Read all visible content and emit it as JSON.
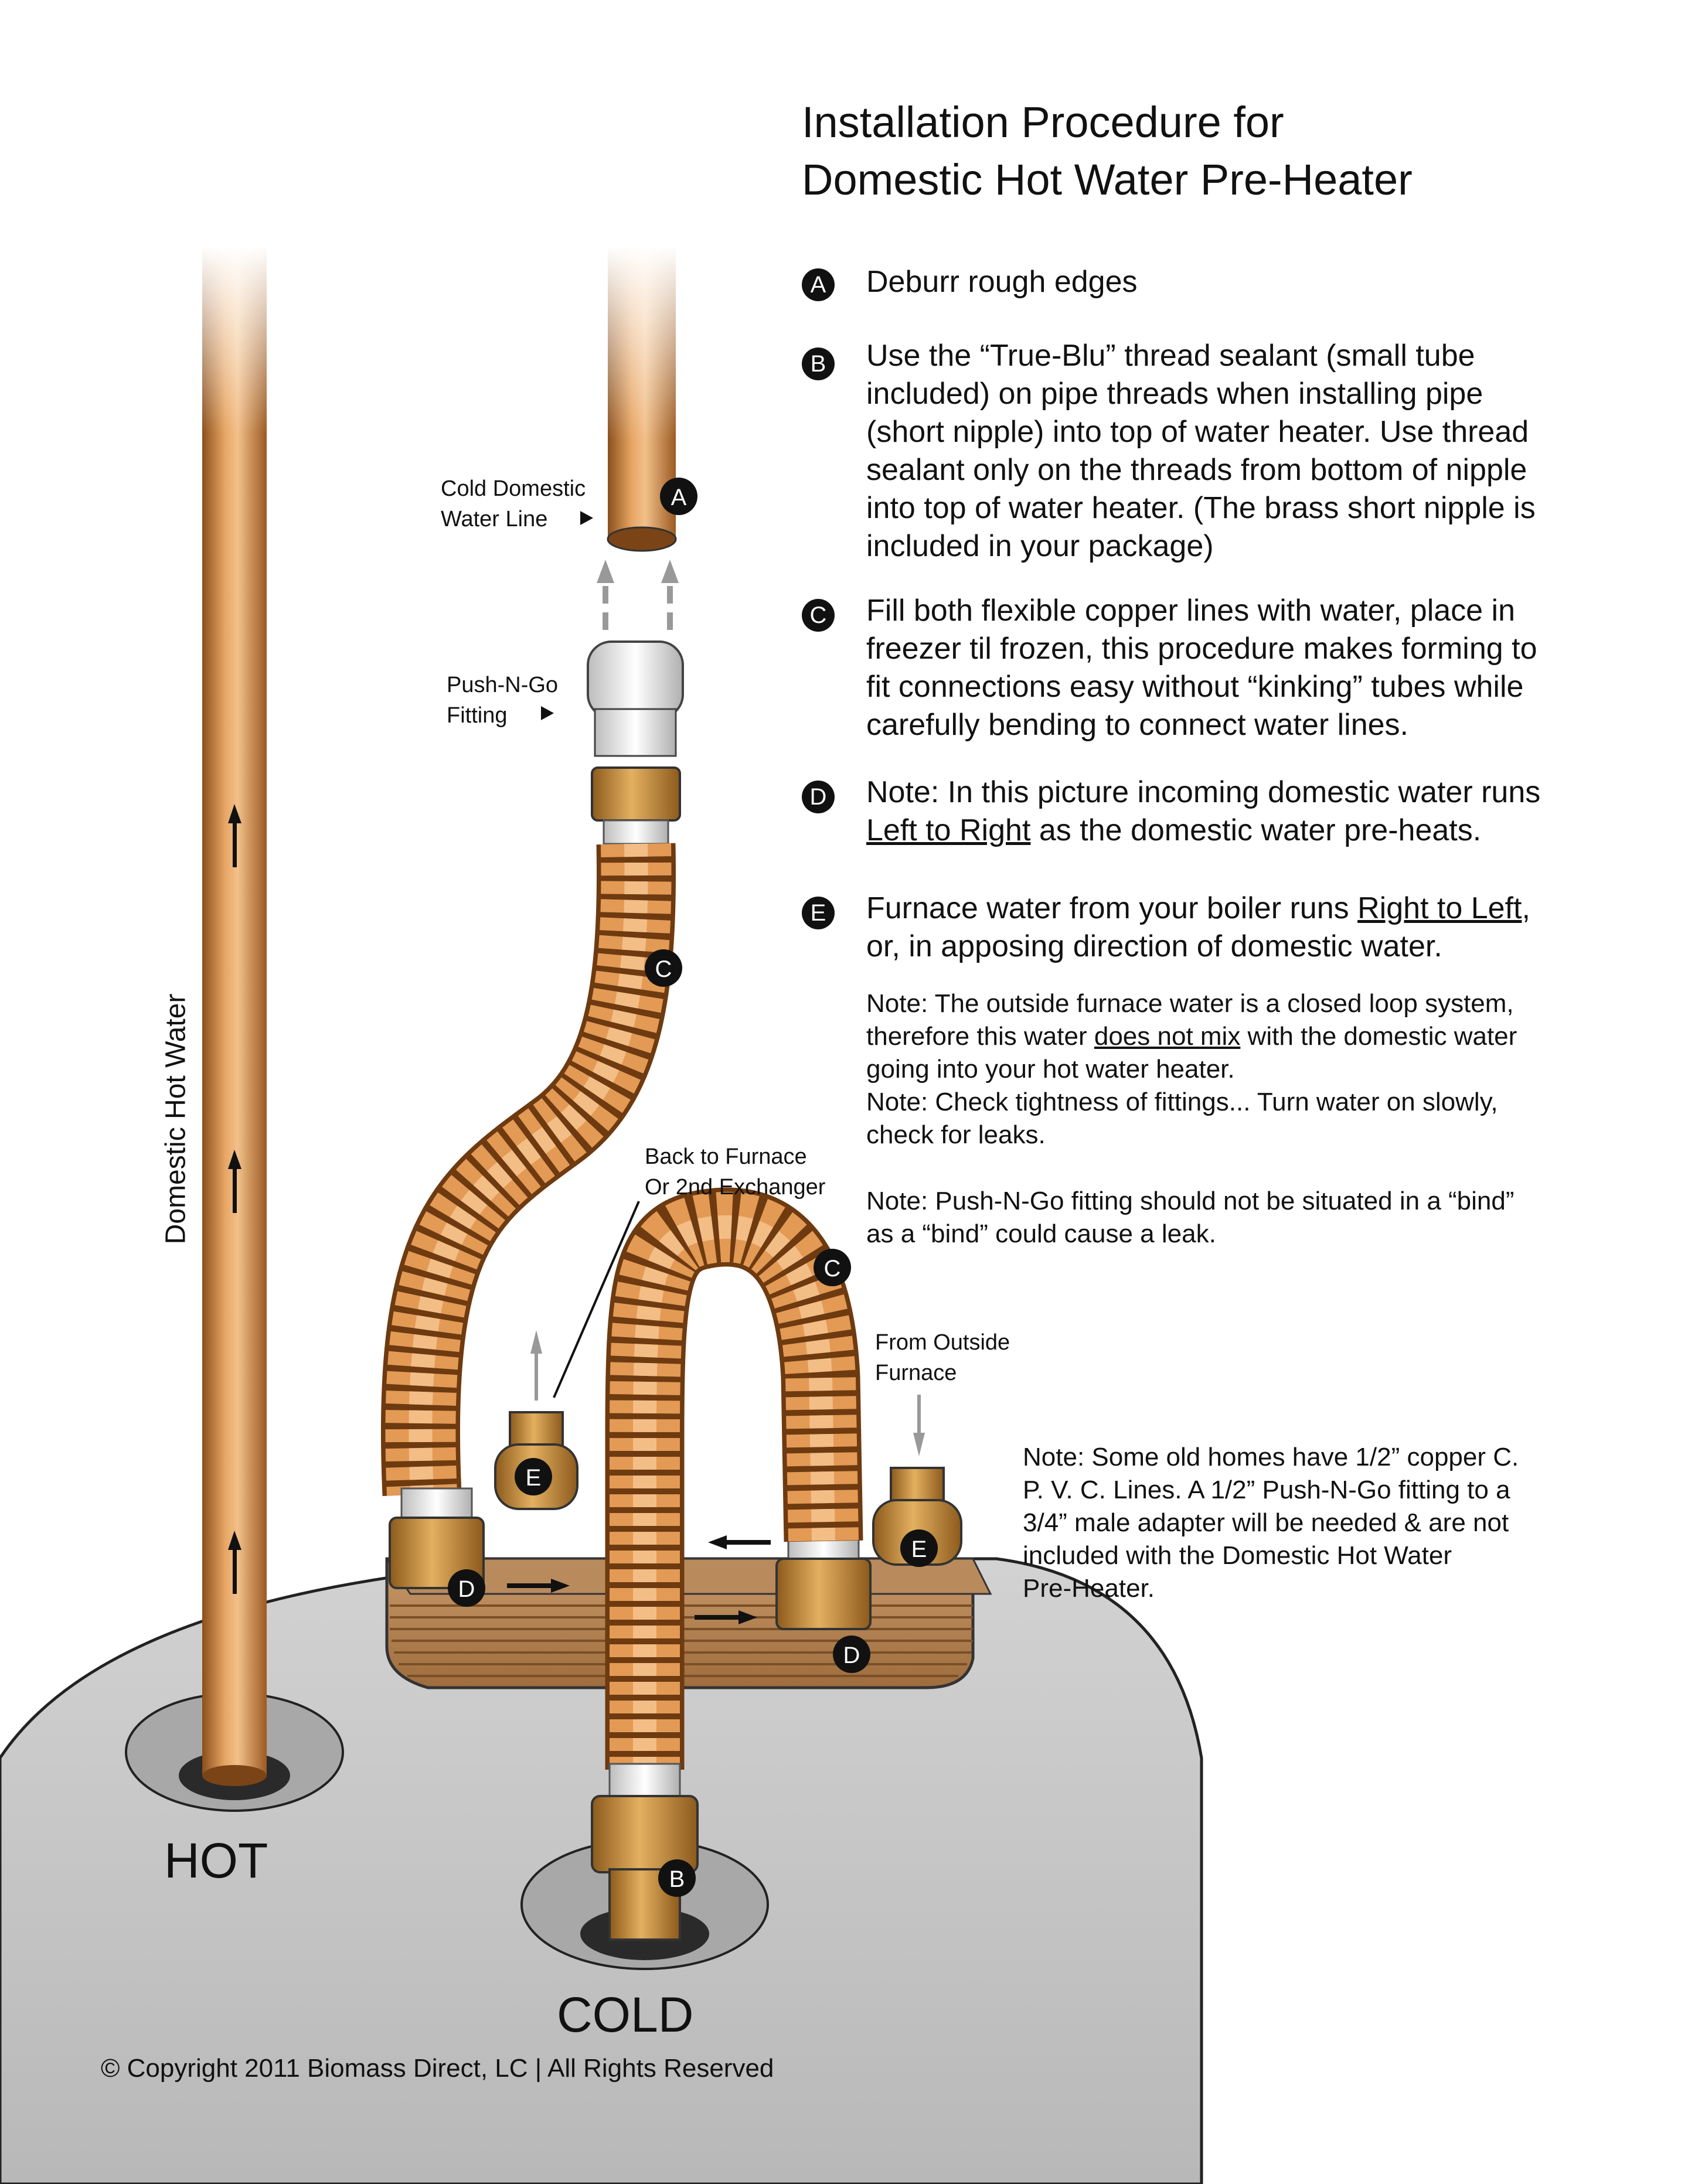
{
  "title": {
    "line1": "Installation Procedure for",
    "line2": "Domestic Hot Water Pre-Heater"
  },
  "steps": [
    {
      "badge": "A",
      "text": "Deburr rough edges"
    },
    {
      "badge": "B",
      "line1": "Use the “True-Blu” thread sealant (small tube",
      "line2": "included) on  pipe threads when installing pipe",
      "line3": "(short nipple) into top of water heater. Use thread",
      "line4": "sealant only on the threads from bottom of nipple",
      "line5": "into top of water heater. (The brass short nipple is",
      "line6": "included in your package)"
    },
    {
      "badge": "C",
      "line1": "Fill both flexible copper lines  with water, place in",
      "line2": "freezer til frozen, this procedure makes forming to",
      "line3": "fit connections easy without “kinking” tubes while",
      "line4": "carefully bending to connect water lines."
    },
    {
      "badge": "D",
      "line1": "Note: In this picture incoming domestic water runs",
      "line2_u": "Left to Right",
      "line2_rest": " as the domestic water pre-heats."
    },
    {
      "badge": "E",
      "line1_pre": "Furnace water from your boiler runs ",
      "line1_u": "Right to Left",
      "line1_post": ",",
      "line2": "or, in apposing direction of domestic water."
    }
  ],
  "notes": {
    "closed_loop_l1": "Note: The outside furnace water is a closed loop system,",
    "closed_loop_l2_pre": "therefore this water ",
    "closed_loop_l2_u": "does not mix",
    "closed_loop_l2_post": " with the domestic water",
    "closed_loop_l3": "going into your hot water heater.",
    "tightness_l1": "Note: Check tightness of fittings... Turn water on slowly,",
    "tightness_l2": "check for leaks.",
    "bind_l1": "Note: Push-N-Go fitting should not be situated in a “bind”",
    "bind_l2": "as a “bind” could cause a leak.",
    "old_homes_l1": "Note: Some old homes have 1/2” copper C.",
    "old_homes_l2": "P. V. C. Lines. A 1/2” Push-N-Go fitting to a",
    "old_homes_l3": "3/4” male adapter will be needed & are not",
    "old_homes_l4": "included with the Domestic Hot Water",
    "old_homes_l5": "Pre-Heater."
  },
  "labels": {
    "cold_domestic_l1": "Cold Domestic",
    "cold_domestic_l2": "Water Line",
    "push_n_go_l1": "Push-N-Go",
    "push_n_go_l2": "Fitting",
    "back_to_furnace_l1": "Back to Furnace",
    "back_to_furnace_l2": "Or 2nd Exchanger",
    "from_outside_l1": "From Outside",
    "from_outside_l2": "Furnace",
    "domestic_hot_water": "Domestic Hot Water",
    "hot": "HOT",
    "cold": "COLD",
    "copyright": "© Copyright 2011 Biomass Direct, LC | All Rights Reserved"
  },
  "callouts": [
    "A",
    "B",
    "C",
    "C",
    "D",
    "D",
    "E",
    "E"
  ],
  "colors": {
    "copper": "#d9944a",
    "copper_dark": "#a8642a",
    "tank": "#c8c8c8",
    "badge": "#111111"
  }
}
